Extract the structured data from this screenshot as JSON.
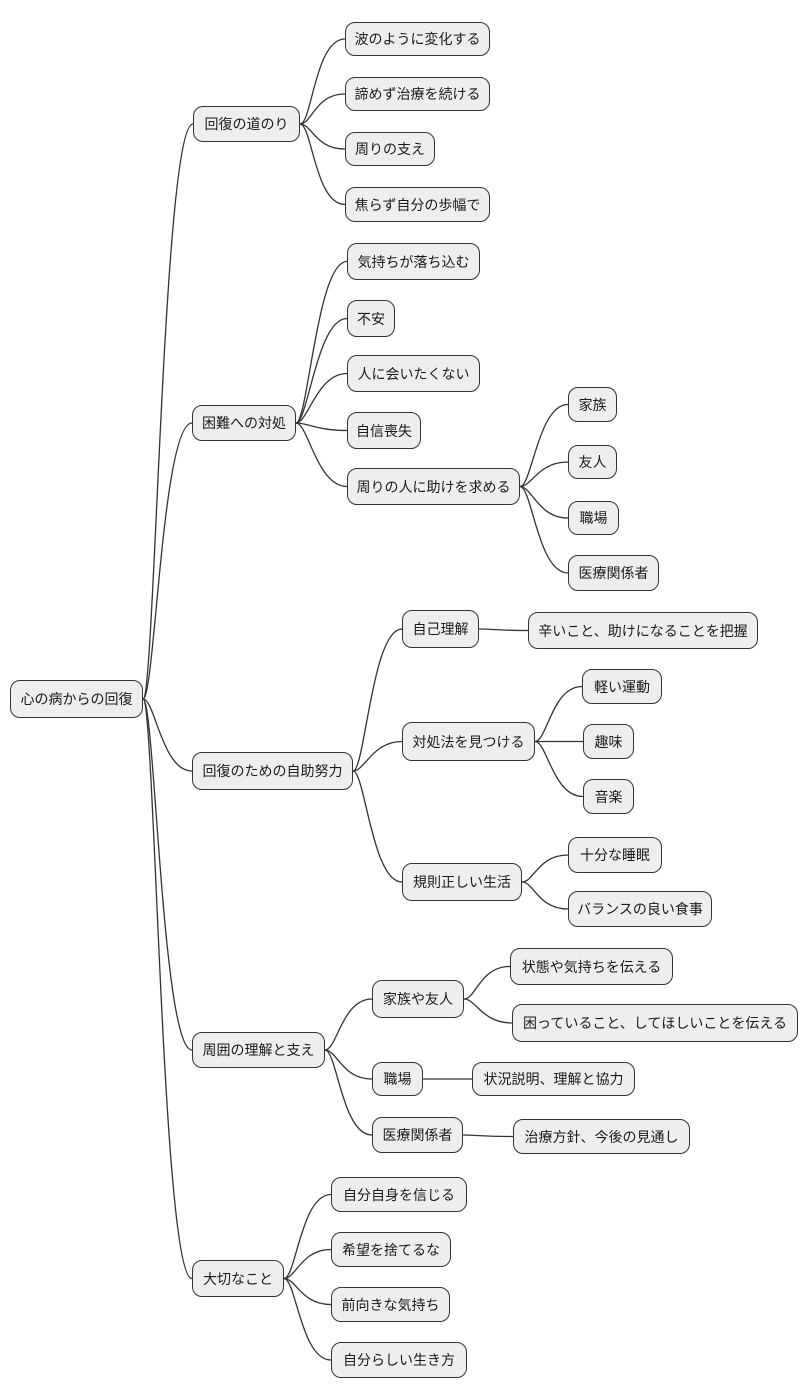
{
  "diagram": {
    "type": "mindmap",
    "background_color": "#ffffff",
    "node_fill_color": "#eeeeee",
    "node_border_color": "#333333",
    "node_text_color": "#1a1a1a",
    "edge_color": "#333333"
  },
  "nodes": {
    "root": {
      "label": "心の病からの回復",
      "parent": null
    },
    "s1": {
      "label": "回復の道のり",
      "parent": "root"
    },
    "s1c1": {
      "label": "波のように変化する",
      "parent": "s1"
    },
    "s1c2": {
      "label": "諦めず治療を続ける",
      "parent": "s1"
    },
    "s1c3": {
      "label": "周りの支え",
      "parent": "s1"
    },
    "s1c4": {
      "label": "焦らず自分の歩幅で",
      "parent": "s1"
    },
    "s2": {
      "label": "困難への対処",
      "parent": "root"
    },
    "s2c1": {
      "label": "気持ちが落ち込む",
      "parent": "s2"
    },
    "s2c2": {
      "label": "不安",
      "parent": "s2"
    },
    "s2c3": {
      "label": "人に会いたくない",
      "parent": "s2"
    },
    "s2c4": {
      "label": "自信喪失",
      "parent": "s2"
    },
    "s2c5": {
      "label": "周りの人に助けを求める",
      "parent": "s2"
    },
    "s2c5g1": {
      "label": "家族",
      "parent": "s2c5"
    },
    "s2c5g2": {
      "label": "友人",
      "parent": "s2c5"
    },
    "s2c5g3": {
      "label": "職場",
      "parent": "s2c5"
    },
    "s2c5g4": {
      "label": "医療関係者",
      "parent": "s2c5"
    },
    "s3": {
      "label": "回復のための自助努力",
      "parent": "root"
    },
    "s3c1": {
      "label": "自己理解",
      "parent": "s3"
    },
    "s3c1g1": {
      "label": "辛いこと、助けになることを把握",
      "parent": "s3c1"
    },
    "s3c2": {
      "label": "対処法を見つける",
      "parent": "s3"
    },
    "s3c2g1": {
      "label": "軽い運動",
      "parent": "s3c2"
    },
    "s3c2g2": {
      "label": "趣味",
      "parent": "s3c2"
    },
    "s3c2g3": {
      "label": "音楽",
      "parent": "s3c2"
    },
    "s3c3": {
      "label": "規則正しい生活",
      "parent": "s3"
    },
    "s3c3g1": {
      "label": "十分な睡眠",
      "parent": "s3c3"
    },
    "s3c3g2": {
      "label": "バランスの良い食事",
      "parent": "s3c3"
    },
    "s4": {
      "label": "周囲の理解と支え",
      "parent": "root"
    },
    "s4c1": {
      "label": "家族や友人",
      "parent": "s4"
    },
    "s4c1g1": {
      "label": "状態や気持ちを伝える",
      "parent": "s4c1"
    },
    "s4c1g2": {
      "label": "困っていること、してほしいことを伝える",
      "parent": "s4c1"
    },
    "s4c2": {
      "label": "職場",
      "parent": "s4"
    },
    "s4c2g1": {
      "label": "状況説明、理解と協力",
      "parent": "s4c2"
    },
    "s4c3": {
      "label": "医療関係者",
      "parent": "s4"
    },
    "s4c3g1": {
      "label": "治療方針、今後の見通し",
      "parent": "s4c3"
    },
    "s5": {
      "label": "大切なこと",
      "parent": "root"
    },
    "s5c1": {
      "label": "自分自身を信じる",
      "parent": "s5"
    },
    "s5c2": {
      "label": "希望を捨てるな",
      "parent": "s5"
    },
    "s5c3": {
      "label": "前向きな気持ち",
      "parent": "s5"
    },
    "s5c4": {
      "label": "自分らしい生き方",
      "parent": "s5"
    }
  }
}
